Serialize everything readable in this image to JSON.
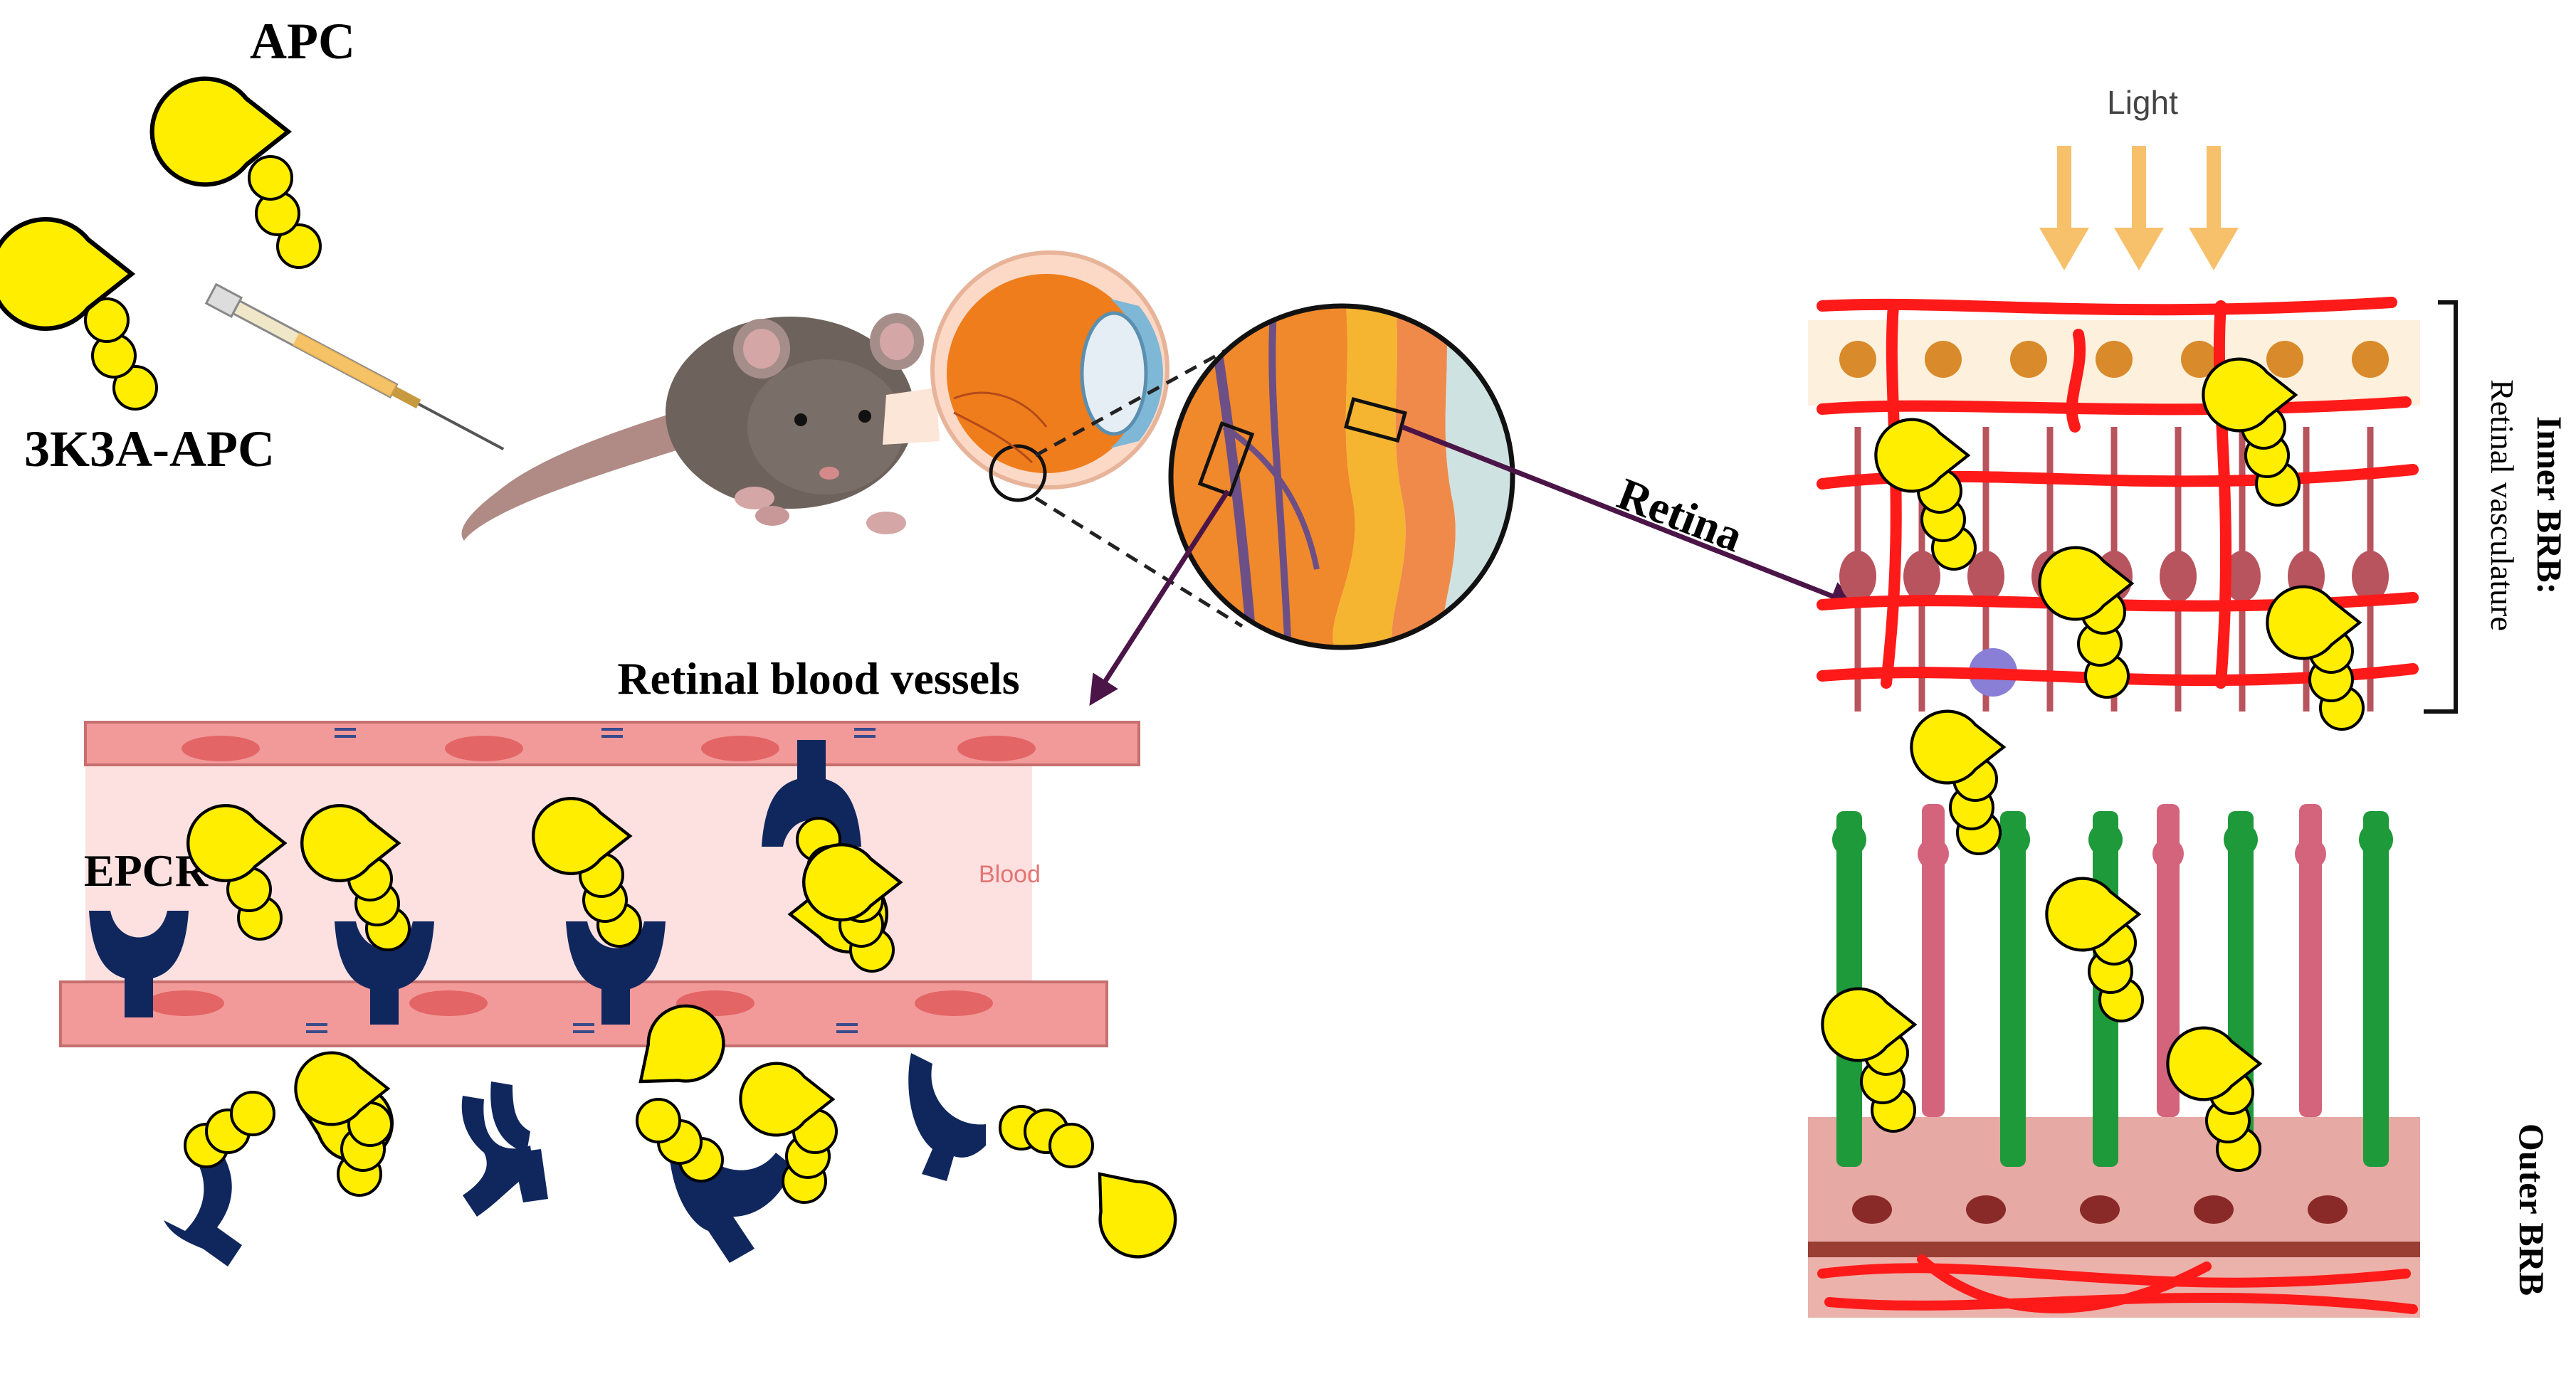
{
  "labels": {
    "apc": "APC",
    "k3a_apc": "3K3A-APC",
    "retinal_blood_vessels": "Retinal blood vessels",
    "epcr": "EPCR",
    "blood": "Blood",
    "retina": "Retina",
    "light": "Light",
    "inner_brb": "Inner BRB:",
    "retinal_vasculature": "Retinal vasculature",
    "outer_brb": "Outer BRB"
  },
  "colors": {
    "protein_yellow": "#ffee00",
    "receptor_navy": "#10275e",
    "vessel_pink": "#f29a9a",
    "blood_fill": "#fde1e1",
    "arrow_purple": "#4b1548",
    "capillary_red": "#ff1a1a",
    "photoreceptor_green": "#1e9a3a",
    "bipolar_rose": "#b8545e",
    "rpe_brown": "#b96a6a",
    "light_arrow": "#f7c06b",
    "mouse_gray": "#6e625c"
  }
}
